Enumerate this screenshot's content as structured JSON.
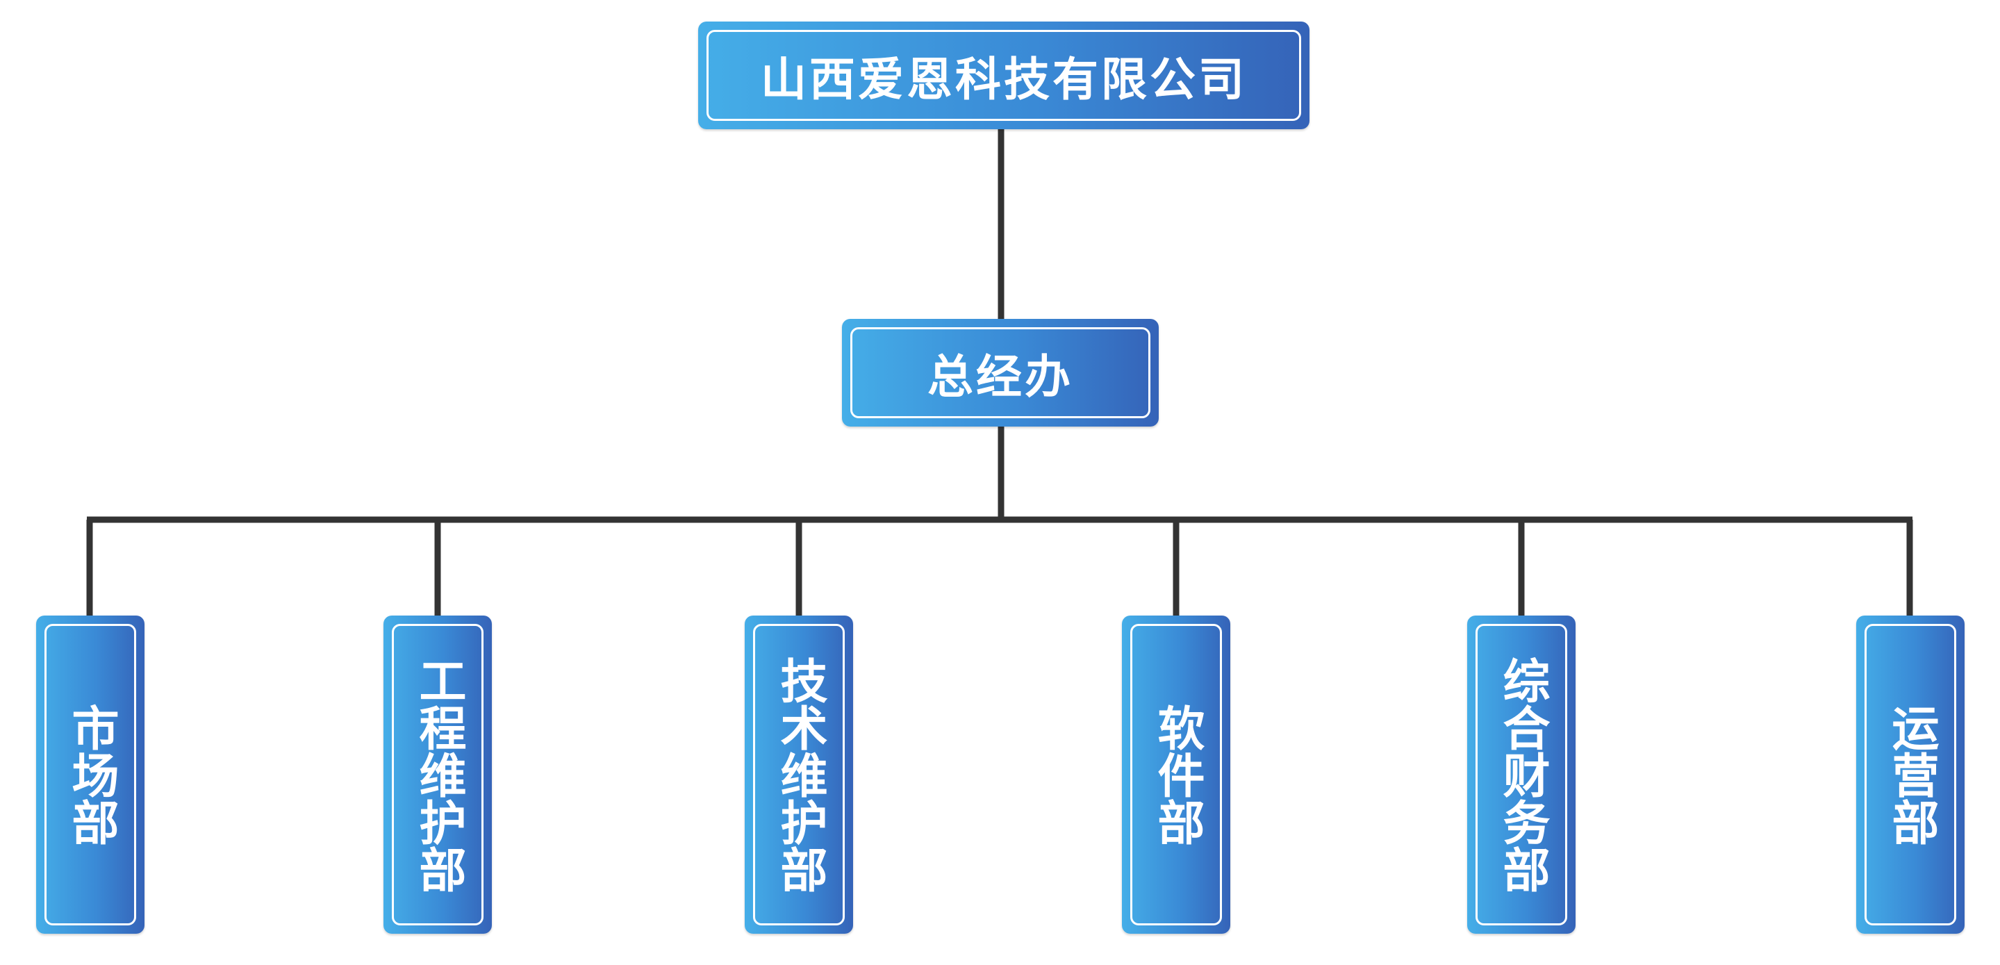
{
  "root": {
    "label": "山西爱恩科技有限公司"
  },
  "level2": {
    "label": "总经办"
  },
  "departments": [
    {
      "label": "市场部"
    },
    {
      "label": "工程维护部"
    },
    {
      "label": "技术维护部"
    },
    {
      "label": "软件部"
    },
    {
      "label": "综合财务部"
    },
    {
      "label": "运营部"
    }
  ],
  "colors": {
    "box_light": "#45aee8",
    "box_dark": "#3563b8",
    "connector": "#333333",
    "text": "#ffffff"
  }
}
